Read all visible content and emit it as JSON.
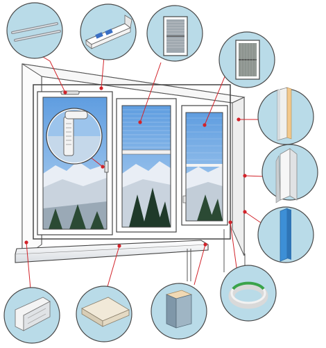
{
  "diagram": {
    "description_visible_text": "",
    "colors": {
      "circle_fill": "#b9dbe8",
      "circle_stroke": "#4a4a4a",
      "leader_line": "#d2232a",
      "marker_dot": "#d2232a",
      "frame_stroke": "#555555",
      "sky": "#7fb2e6",
      "mountains": "#e9eef5",
      "trees": "#1f3a2a"
    },
    "callouts": [
      {
        "id": "ventilation-rods",
        "icon": "ventilation-rods-icon"
      },
      {
        "id": "vent-valve-box",
        "icon": "vent-valve-box-icon"
      },
      {
        "id": "blind-window",
        "icon": "blind-window-icon"
      },
      {
        "id": "insect-screen-window",
        "icon": "insect-screen-window-icon"
      },
      {
        "id": "wall-slope-panel",
        "icon": "wall-slope-panel-icon"
      },
      {
        "id": "corner-trim",
        "icon": "corner-trim-icon"
      },
      {
        "id": "blue-insulation-strip",
        "icon": "blue-insulation-strip-icon"
      },
      {
        "id": "sealing-tape-roll",
        "icon": "sealing-tape-roll-icon"
      },
      {
        "id": "insulation-block",
        "icon": "insulation-block-icon"
      },
      {
        "id": "window-sill-board",
        "icon": "window-sill-board-icon"
      },
      {
        "id": "drip-profile",
        "icon": "drip-profile-icon"
      },
      {
        "id": "window-handle-zoom",
        "icon": "window-handle-icon"
      }
    ]
  }
}
